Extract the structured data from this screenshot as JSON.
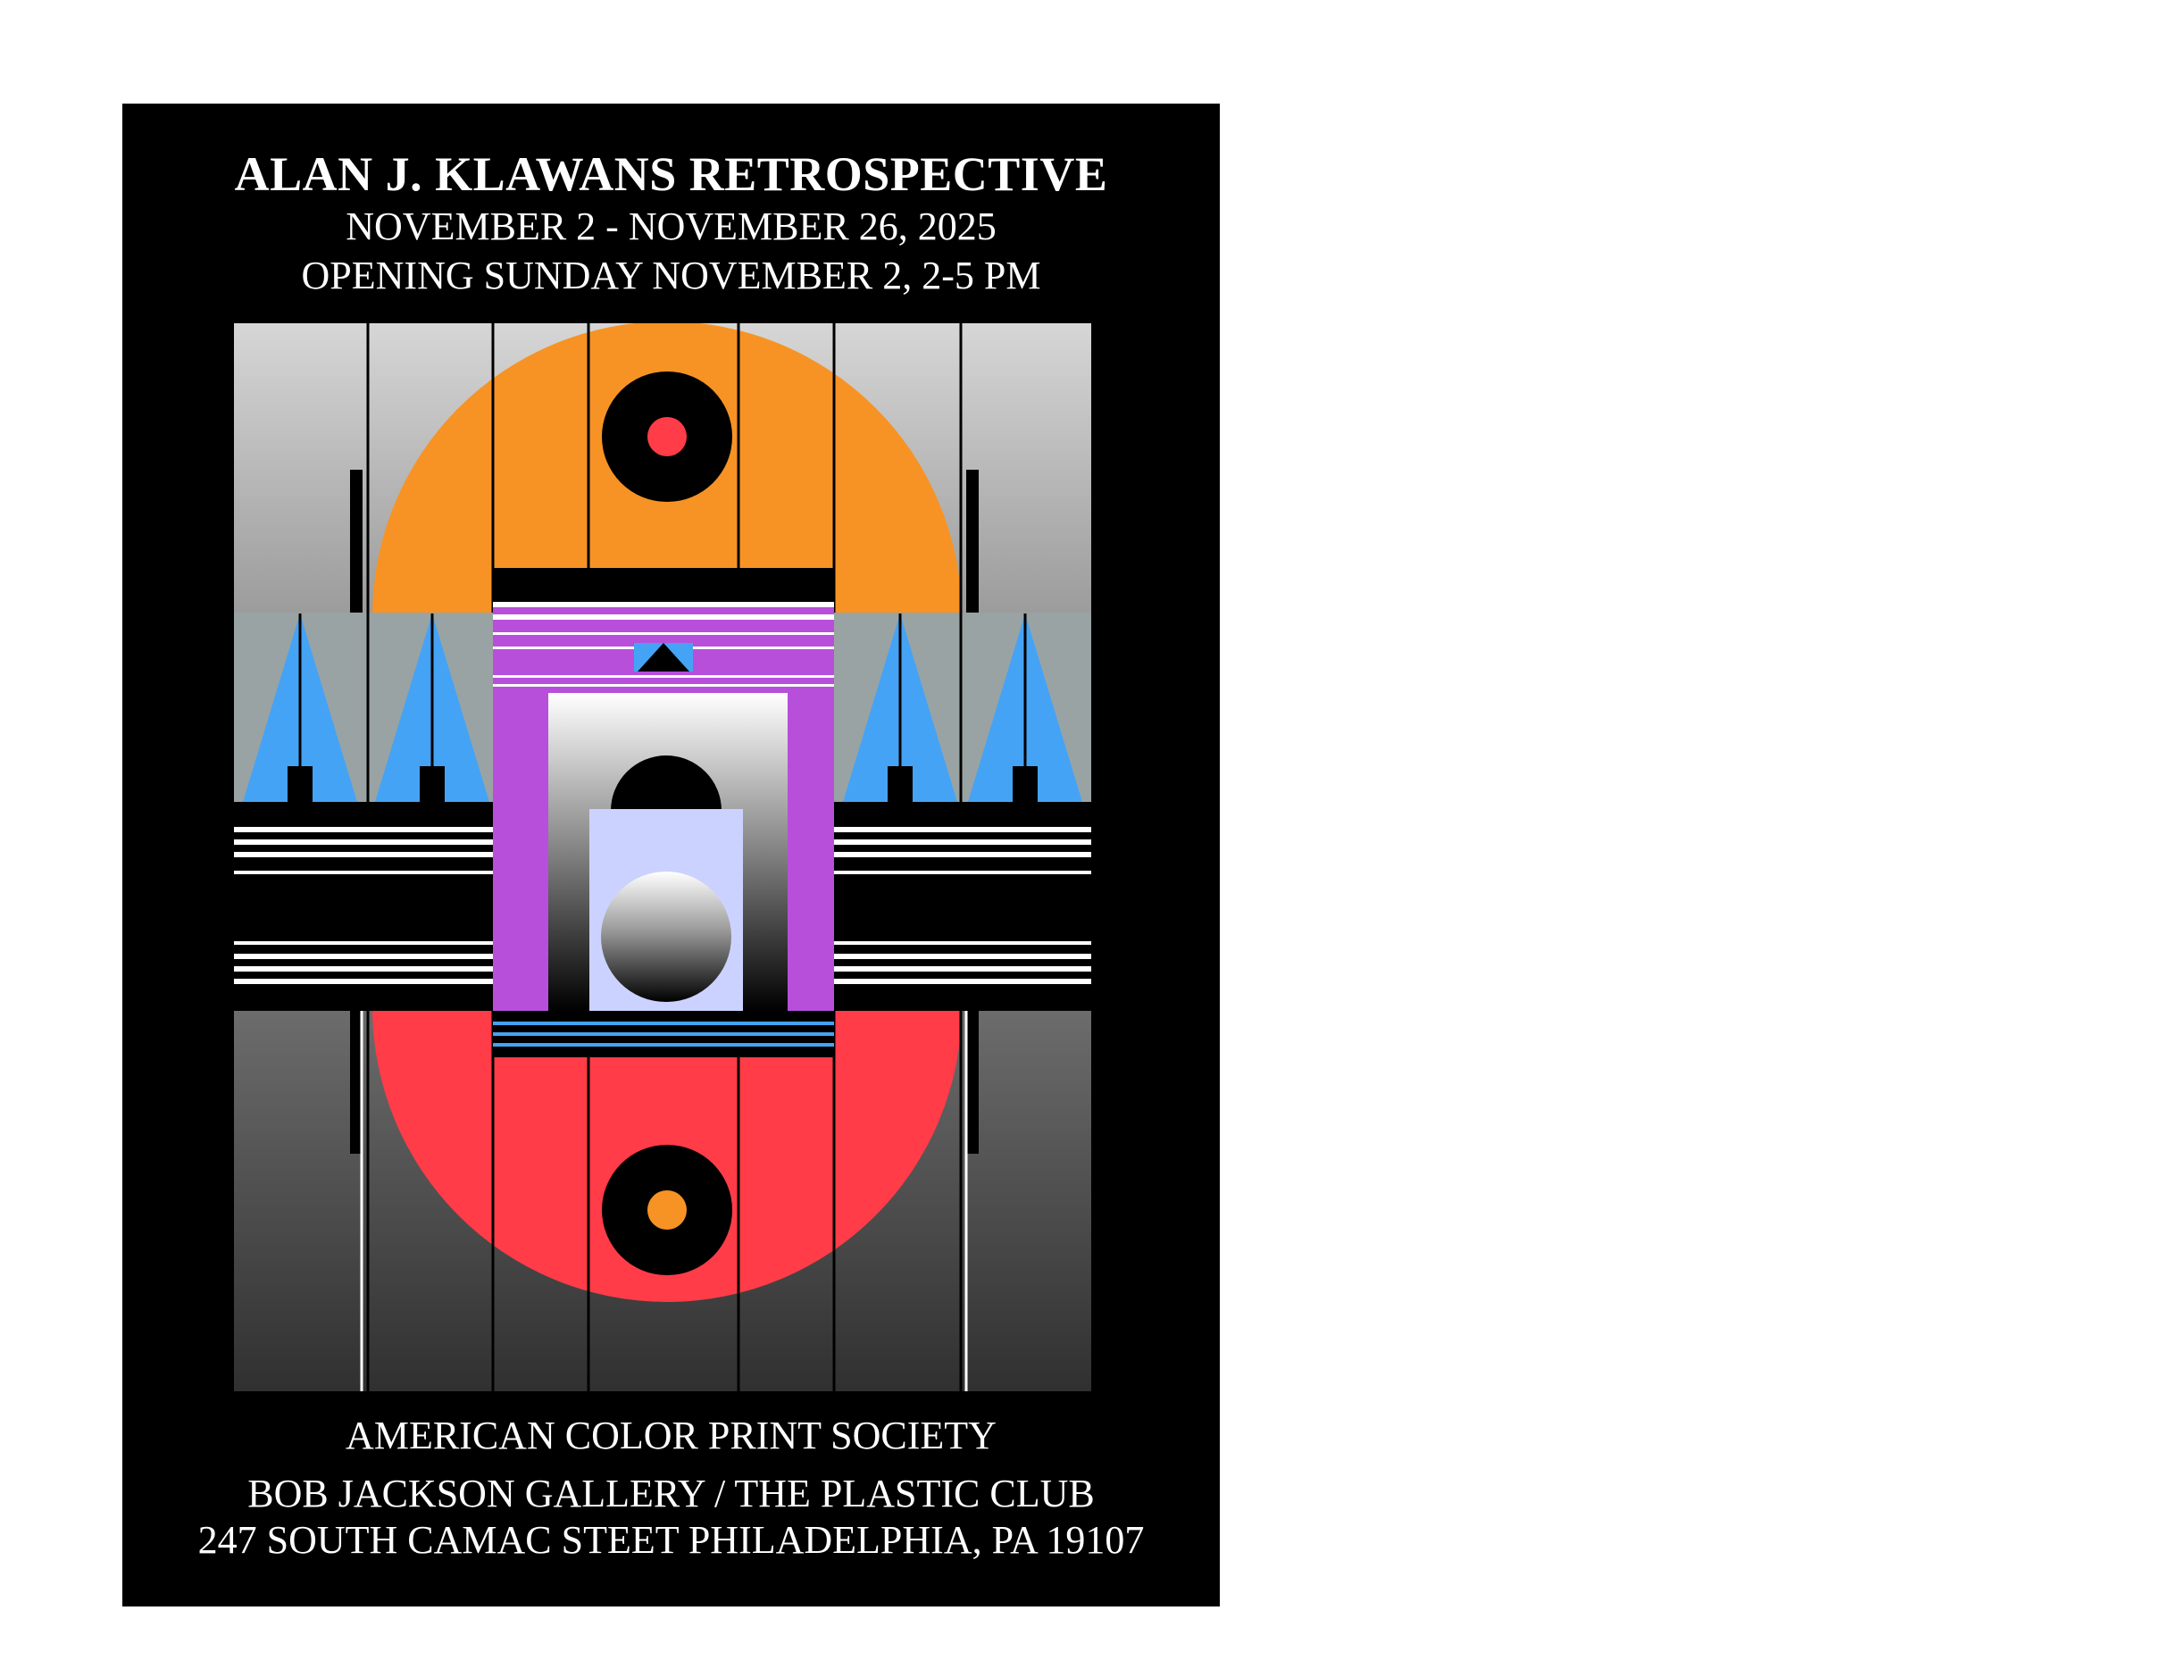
{
  "poster": {
    "title": "ALAN J. KLAWANS  RETROSPECTIVE",
    "dates": "NOVEMBER 2 - NOVEMBER 26, 2025",
    "opening": "OPENING  SUNDAY NOVEMBER 2,  2-5 PM",
    "society": "AMERICAN  COLOR PRINT SOCIETY",
    "gallery": "BOB JACKSON GALLERY /  THE PLASTIC CLUB",
    "address": "247 SOUTH CAMAC STEET PHILADELPHIA, PA 19107"
  },
  "colors": {
    "background": "#000000",
    "text": "#ffffff",
    "orange": "#f79324",
    "red": "#ff3c48",
    "purple": "#b74fdb",
    "blue": "#45a3f5",
    "lavender": "#cbd2ff",
    "gray_light": "#d1d1d1",
    "gray_mid": "#9aa3a3",
    "gray_dark": "#3c3c3c"
  }
}
